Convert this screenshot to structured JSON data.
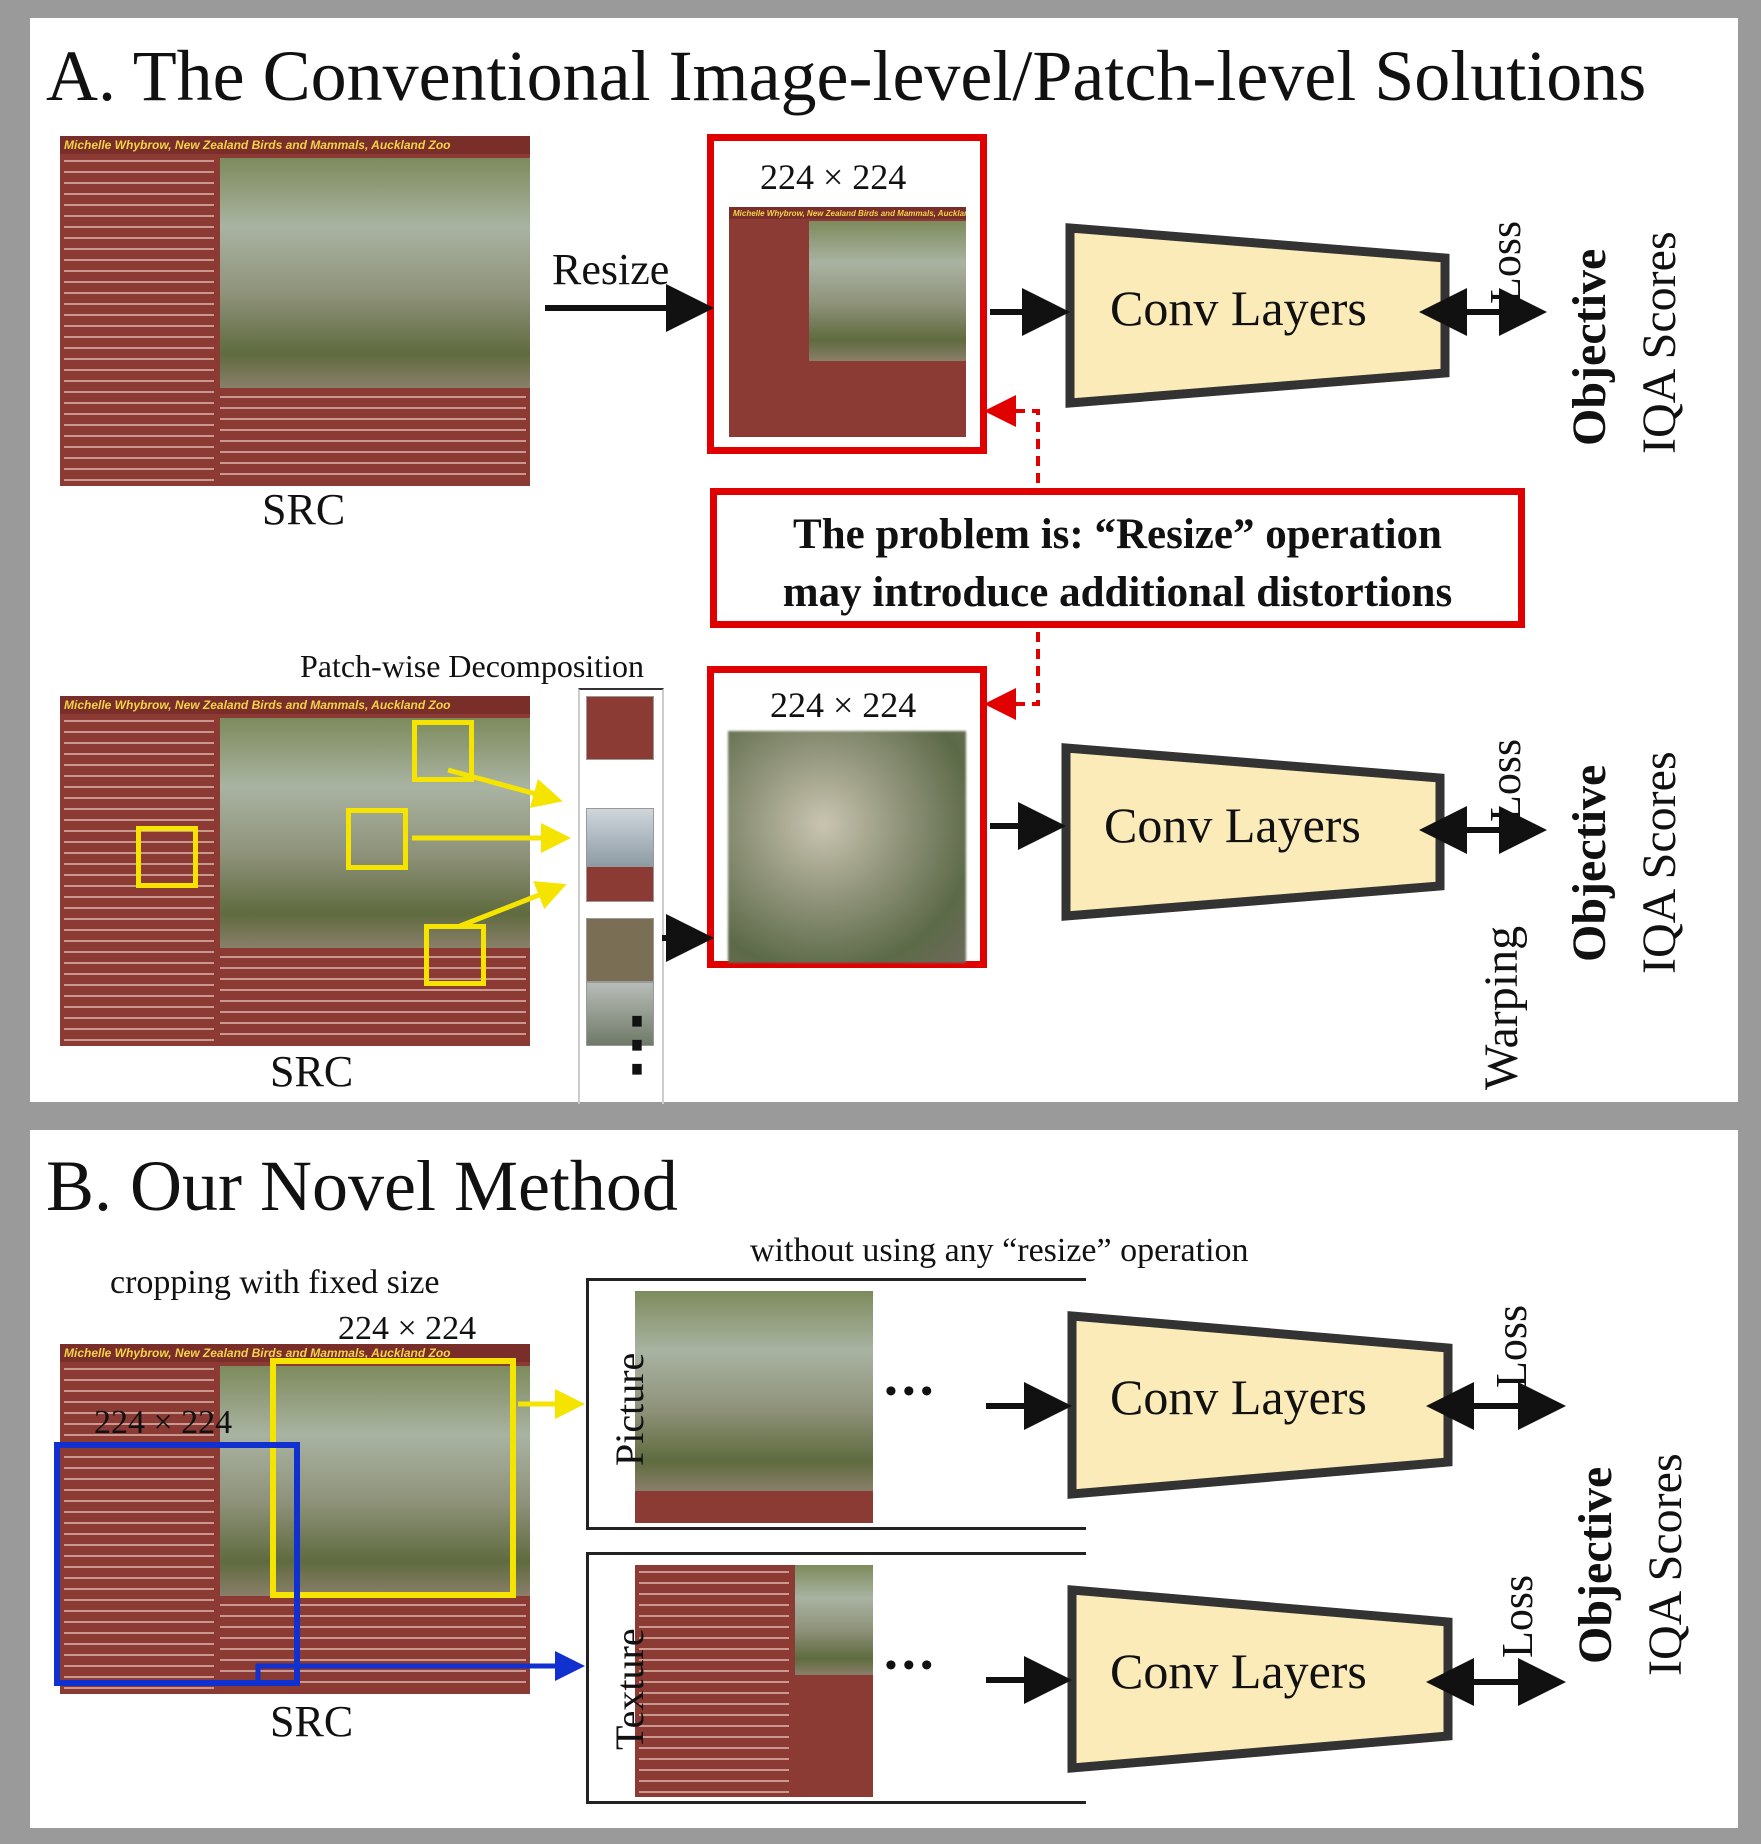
{
  "panel_a": {
    "title": "A. The Conventional Image-level/Patch-level Solutions",
    "resize_label": "Resize",
    "src_label_top": "SRC",
    "src_label_bottom": "SRC",
    "size_top": "224 × 224",
    "size_bottom": "224 × 224",
    "conv_top": "Conv Layers",
    "conv_bottom": "Conv Layers",
    "loss_top": "Loss",
    "loss_bottom": "Loss",
    "warping": "Warping",
    "objective_top": "Objective",
    "iqa_top": "IQA Scores",
    "objective_bottom": "Objective",
    "iqa_bottom": "IQA Scores",
    "problem_line1": "The problem is: “Resize” operation",
    "problem_line2": "may introduce additional distortions",
    "patch_label": "Patch-wise Decomposition",
    "dots": "⋮"
  },
  "panel_b": {
    "title": "B. Our Novel Method",
    "cropping_label": "cropping with fixed size",
    "without_label": "without using any “resize” operation",
    "size_yellow": "224 × 224",
    "size_blue": "224 × 224",
    "src_label": "SRC",
    "picture_label": "Picture",
    "texture_label": "Texture",
    "dots_top": "•••",
    "dots_bottom": "•••",
    "conv_top": "Conv Layers",
    "conv_bottom": "Conv Layers",
    "loss_top": "Loss",
    "loss_bottom": "Loss",
    "objective": "Objective",
    "iqa": "IQA Scores"
  },
  "colors": {
    "problem_border": "#e00000",
    "yellow_crop": "#f4e400",
    "blue_crop": "#1030d0",
    "conv_fill": "#fbebb8",
    "src_background": "#8b3a34"
  },
  "source_image": {
    "header": "Michelle Whybrow, New Zealand Birds and Mammals, Auckland Zoo"
  }
}
